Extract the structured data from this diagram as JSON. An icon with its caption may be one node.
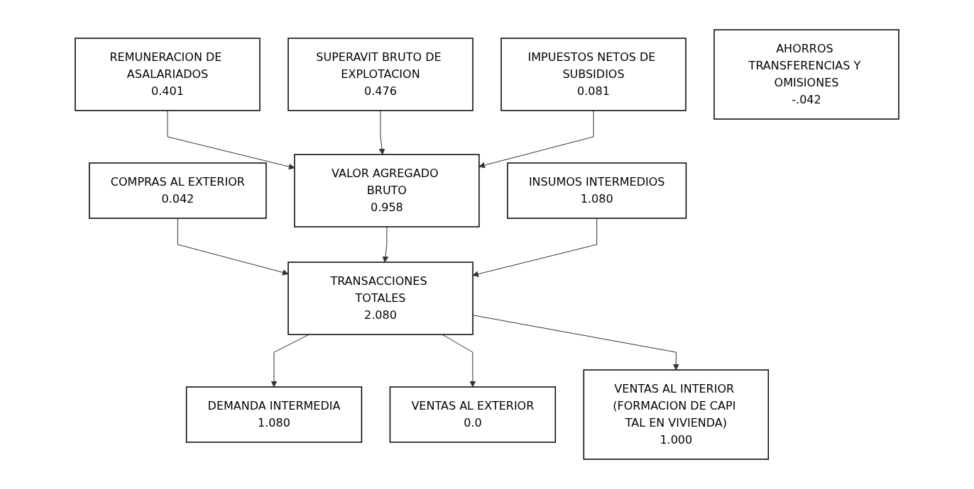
{
  "diagram": {
    "nodes": [
      {
        "text": [
          "COMPRAS AL EXTERIOR",
          "0.042"
        ]
      },
      {
        "text": [
          "VALOR AGREGADO BRUTO",
          "0.958"
        ]
      },
      {
        "text": [
          "REMUNERACION DE ASALARIADOS",
          "0.401"
        ]
      },
      {
        "text": [
          "SUPERAVIT BRUTO DE EXPLOTACION",
          "0.476"
        ]
      },
      {
        "text": [
          "IMPUESTOS NETOS DE SUBSIDIOS",
          "0.081"
        ]
      },
      {
        "text": [
          "TRANSACCIONES TOTALES",
          "2.080"
        ]
      },
      {
        "text": [
          "INSUMOS INTERMEDIOS",
          "1.080"
        ]
      },
      {
        "text": [
          "DEMANDA INTERMEDIA",
          "1.080"
        ]
      },
      {
        "text": [
          "VENTAS AL EXTERIOR",
          "0.0"
        ]
      },
      {
        "text": [
          "VENTAS AL INTERIOR (FORMACION DE CAPI TAL EN VIVIENDA)",
          "1.000"
        ]
      },
      {
        "text": [
          "AHORROS TRANSFERENCIAS Y OMISIONES",
          "-.042"
        ]
      }
    ],
    "edges": [
      {
        "from": 2,
        "to": 1,
        "arrow": "to"
      },
      {
        "from": 3,
        "to": 1,
        "arrow": "to"
      },
      {
        "from": 4,
        "to": 1,
        "arrow": "to"
      },
      {
        "from": 0,
        "to": 5,
        "arrow": "to"
      },
      {
        "from": 1,
        "to": 5,
        "arrow": "to"
      },
      {
        "from": 6,
        "to": 5,
        "arrow": "to"
      },
      {
        "from": 5,
        "to": 7,
        "arrow": "to"
      },
      {
        "from": 5,
        "to": 8,
        "arrow": "to"
      },
      {
        "from": 5,
        "to": 9,
        "arrow": "to"
      }
    ]
  }
}
